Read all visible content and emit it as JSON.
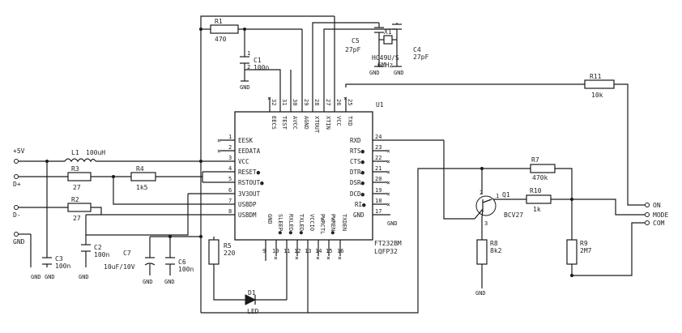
{
  "chip": {
    "ref": "U1",
    "part": "FT232BM",
    "package": "LQFP32",
    "left_pins": [
      {
        "name": "EESK",
        "num": "1"
      },
      {
        "name": "EEDATA",
        "num": "2"
      },
      {
        "name": "VCC",
        "num": "3"
      },
      {
        "name": "RESET●",
        "num": "4"
      },
      {
        "name": "RSTOUT●",
        "num": "5"
      },
      {
        "name": "3V3OUT",
        "num": "6"
      },
      {
        "name": "USBDP",
        "num": "7"
      },
      {
        "name": "USBDM",
        "num": "8"
      }
    ],
    "right_pins": [
      {
        "name": "RXD",
        "num": "24"
      },
      {
        "name": "RTS●",
        "num": "23"
      },
      {
        "name": "CTS●",
        "num": "22"
      },
      {
        "name": "DTR●",
        "num": "21"
      },
      {
        "name": "DSR●",
        "num": "20"
      },
      {
        "name": "DCD●",
        "num": "19"
      },
      {
        "name": "RI●",
        "num": "18"
      },
      {
        "name": "GND",
        "num": "17"
      }
    ],
    "top_pins": [
      {
        "name": "EECS",
        "num": "32"
      },
      {
        "name": "TEST",
        "num": "31"
      },
      {
        "name": "AVCC",
        "num": "30"
      },
      {
        "name": "AGND",
        "num": "29"
      },
      {
        "name": "XTOUT",
        "num": "28"
      },
      {
        "name": "XTIN",
        "num": "27"
      },
      {
        "name": "VCC",
        "num": "26"
      },
      {
        "name": "TXD",
        "num": "25"
      }
    ],
    "bottom_pins": [
      {
        "name": "GND",
        "num": "9"
      },
      {
        "name": "SLEEP●",
        "num": "10"
      },
      {
        "name": "RXLED●",
        "num": "11"
      },
      {
        "name": "TXLED●",
        "num": "12"
      },
      {
        "name": "VCCIO",
        "num": "13"
      },
      {
        "name": "PWRCTL",
        "num": "14"
      },
      {
        "name": "PWREN●",
        "num": "15"
      },
      {
        "name": "TXDEN",
        "num": "16"
      }
    ]
  },
  "ports": {
    "vplus": "+5V",
    "dplus": "D+",
    "dminus": "D-",
    "gnd": "GND",
    "on": "ON",
    "mode": "MODE",
    "com": "COM"
  },
  "components": {
    "r1": {
      "ref": "R1",
      "value": "470"
    },
    "c1": {
      "ref": "C1",
      "value": "100n"
    },
    "c5": {
      "ref": "C5",
      "value": "27pF"
    },
    "c4": {
      "ref": "C4",
      "value": "27pF"
    },
    "x1": {
      "ref": "X1",
      "value": "HC49U/S",
      "freq": "6MHz"
    },
    "r11": {
      "ref": "R11",
      "value": "10k"
    },
    "l1": {
      "ref": "L1",
      "value": "100uH"
    },
    "r3": {
      "ref": "R3",
      "value": "27"
    },
    "r4": {
      "ref": "R4",
      "value": "1k5"
    },
    "r2": {
      "ref": "R2",
      "value": "27"
    },
    "c3": {
      "ref": "C3",
      "value": "100n"
    },
    "c2": {
      "ref": "C2",
      "value": "100n"
    },
    "c7": {
      "ref": "C7",
      "value": "10uF/10V"
    },
    "c6": {
      "ref": "C6",
      "value": "100n"
    },
    "r5": {
      "ref": "R5",
      "value": "220"
    },
    "d1": {
      "ref": "D1",
      "value": "LED"
    },
    "r7": {
      "ref": "R7",
      "value": "470k"
    },
    "q1": {
      "ref": "Q1",
      "value": "BCV27"
    },
    "r10": {
      "ref": "R10",
      "value": "1k"
    },
    "r8": {
      "ref": "R8",
      "value": "8k2"
    },
    "r9": {
      "ref": "R9",
      "value": "2M7"
    }
  },
  "gnd_label": "GND",
  "pin_one": "1",
  "pin_two": "2",
  "pin_three": "3"
}
